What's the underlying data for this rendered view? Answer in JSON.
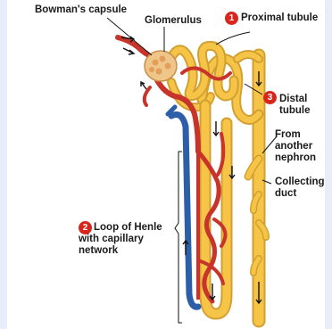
{
  "labels": {
    "bowmans_capsule": "Bowman's capsule",
    "glomerulus": "Glomerulus",
    "proximal_tubule": "Proximal tubule",
    "distal_tubule_line1": "Distal",
    "distal_tubule_line2": "tubule",
    "from_another_nephron_line1": "From",
    "from_another_nephron_line2": "another",
    "from_another_nephron_line3": "nephron",
    "collecting_duct_line1": "Collecting",
    "collecting_duct_line2": "duct",
    "loop_of_henle_line1": "Loop of Henle",
    "loop_of_henle_line2": "with capillary",
    "loop_of_henle_line3": "network"
  },
  "badges": {
    "proximal_tubule": "1",
    "loop_of_henle": "2",
    "distal_tubule": "3"
  },
  "colors": {
    "page_background": "#e9edf9",
    "figure_background": "#ffffff",
    "tubule_yellow": "#f6c548",
    "tubule_outline": "#d2a030",
    "artery_red": "#c8342a",
    "vein_blue": "#2c5fa8",
    "capsule_tan": "#efc68a",
    "badge_red": "#d8261c",
    "label_text": "#1a1a1a"
  }
}
